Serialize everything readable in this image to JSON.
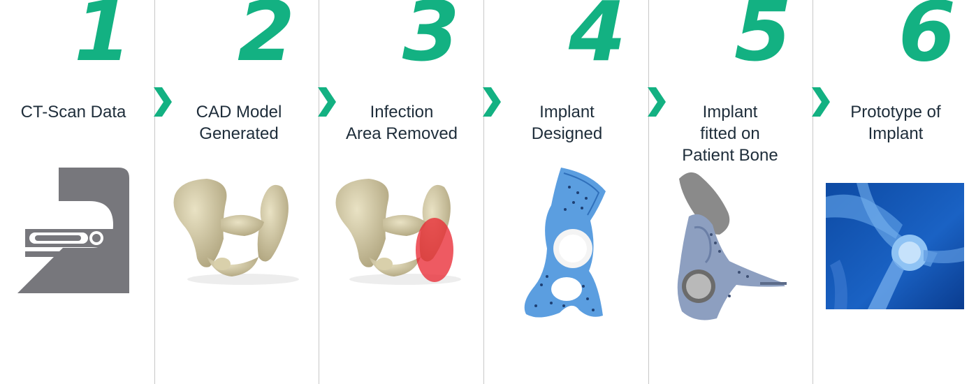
{
  "accent_color": "#13b182",
  "steps": [
    {
      "number": "1",
      "label": "CT-Scan Data",
      "illustration": "ct-scanner-icon"
    },
    {
      "number": "2",
      "label": "CAD Model\nGenerated",
      "illustration": "pelvis-cad-model"
    },
    {
      "number": "3",
      "label": "Infection\nArea Removed",
      "illustration": "pelvis-infection-highlight"
    },
    {
      "number": "4",
      "label": "Implant\nDesigned",
      "illustration": "blue-porous-implant"
    },
    {
      "number": "5",
      "label": "Implant\nfitted on\nPatient Bone",
      "illustration": "implant-on-bone"
    },
    {
      "number": "6",
      "label": "Prototype of\nImplant",
      "illustration": "xray-prototype-photo"
    }
  ]
}
